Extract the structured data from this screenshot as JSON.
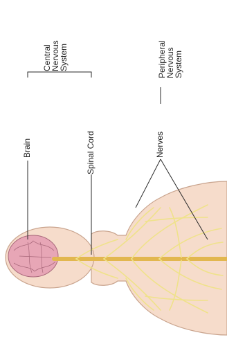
{
  "labels": {
    "cns": [
      "Central",
      "Nervous",
      "System"
    ],
    "pns": [
      "Peripheral",
      "Nervous",
      "System"
    ],
    "brain": "Brain",
    "spinal_cord": "Spinal Cord",
    "nerves": "Nerves"
  },
  "colors": {
    "skin": "#f6dccb",
    "skin_outline": "#c9a48e",
    "brain": "#e7a6b6",
    "brain_outline": "#a8677a",
    "nerve": "#efe28a",
    "spinal_cord": "#e2b74f",
    "leader_line": "#2a2a2a"
  }
}
